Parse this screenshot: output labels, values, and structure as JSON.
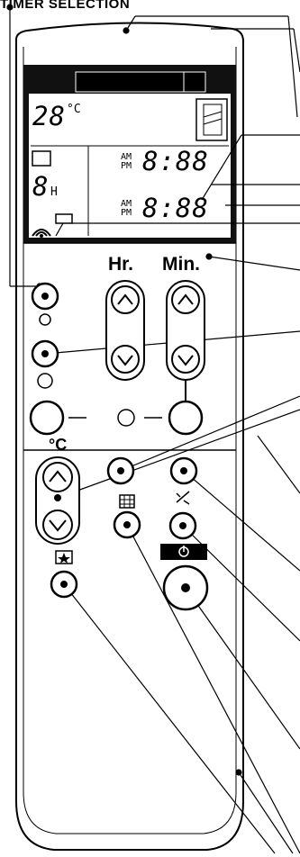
{
  "caption": "TIMER SELECTION",
  "lcd": {
    "temperature": "28",
    "temp_unit": "°C",
    "hours": "8",
    "hours_unit": "H",
    "clock_top": "8:88",
    "clock_bottom": "8:88",
    "am": "AM",
    "pm": "PM"
  },
  "buttons": {
    "hour_label": "Hr.",
    "minute_label": "Min.",
    "temp_unit_label": "°C"
  }
}
